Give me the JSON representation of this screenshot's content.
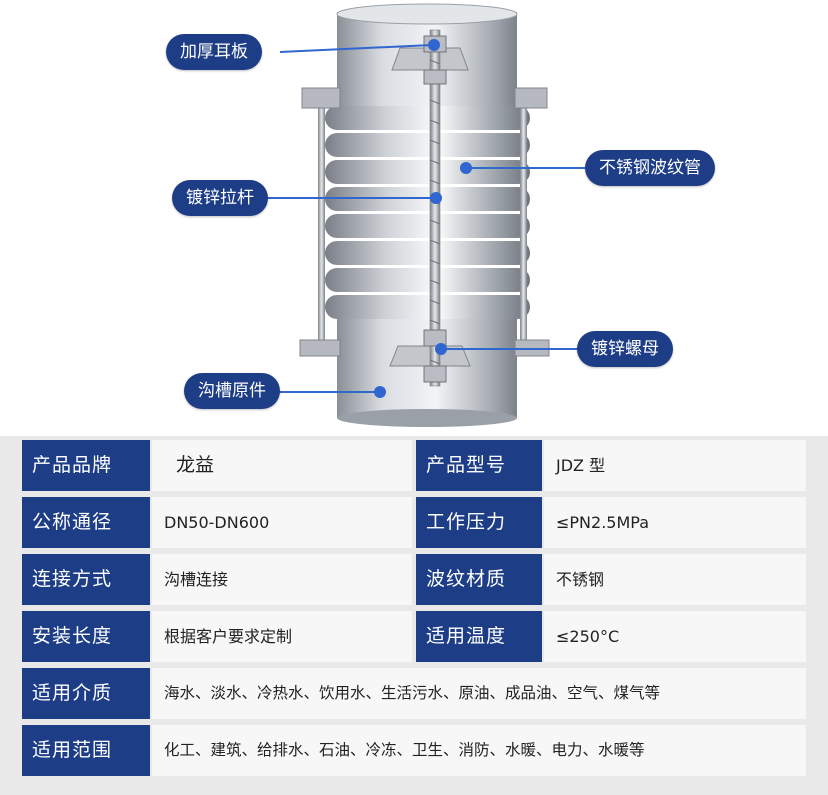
{
  "callouts": {
    "thick_lug": "加厚耳板",
    "galvanized_rod": "镀锌拉杆",
    "groove_fitting": "沟槽原件",
    "stainless_bellows": "不锈钢波纹管",
    "galvanized_nut": "镀锌螺母"
  },
  "specs": {
    "brand_label": "产品品牌",
    "brand_value": "龙益",
    "model_label": "产品型号",
    "model_value": "JDZ 型",
    "diameter_label": "公称通径",
    "diameter_value": "DN50-DN600",
    "pressure_label": "工作压力",
    "pressure_value": "≤PN2.5MPa",
    "connection_label": "连接方式",
    "connection_value": "沟槽连接",
    "bellows_material_label": "波纹材质",
    "bellows_material_value": "不锈钢",
    "install_length_label": "安装长度",
    "install_length_value": "根据客户要求定制",
    "temperature_label": "适用温度",
    "temperature_value": "≤250°C",
    "medium_label": "适用介质",
    "medium_value": "海水、淡水、冷热水、饮用水、生活污水、原油、成品油、空气、煤气等",
    "scope_label": "适用范围",
    "scope_value": "化工、建筑、给排水、石油、冷冻、卫生、消防、水暖、电力、水暖等"
  },
  "colors": {
    "label_bg": "#1d3d86",
    "value_bg": "#f7f7f8",
    "table_bg": "#e9e9ea"
  }
}
